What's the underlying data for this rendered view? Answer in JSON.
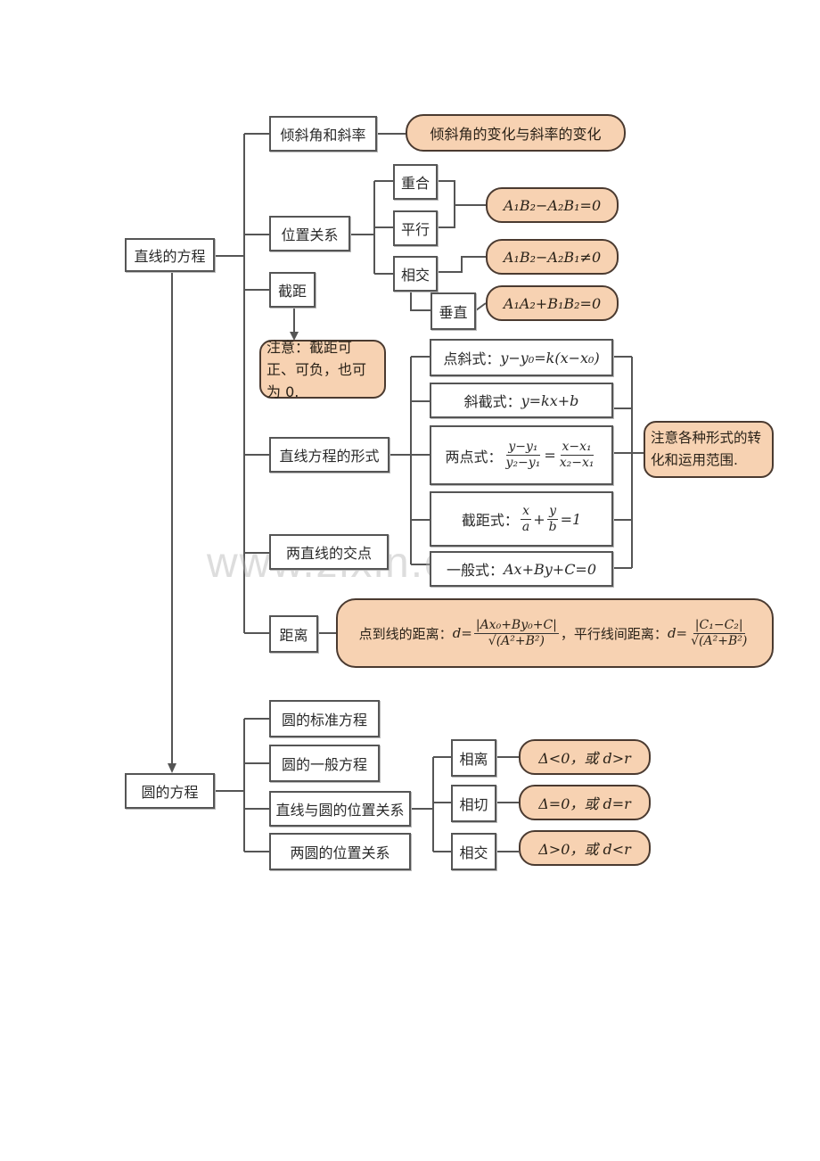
{
  "watermark": "www.zixin.com.cn",
  "colors": {
    "pill_fill": "#f7d2b2",
    "pill_border": "#4a3a30",
    "box_border": "#555555",
    "line": "#555555"
  },
  "line_equation": {
    "root": "直线的方程",
    "inclination": {
      "label": "倾斜角和斜率",
      "note": "倾斜角的变化与斜率的变化"
    },
    "position": {
      "label": "位置关系",
      "coincide": "重合",
      "parallel": "平行",
      "intersect": "相交",
      "perpendicular": "垂直",
      "cond_parallel": "A₁B₂−A₂B₁=0",
      "cond_intersect": "A₁B₂−A₂B₁≠0",
      "cond_perpendicular": "A₁A₂+B₁B₂=0"
    },
    "intercept": {
      "label": "截距",
      "note": "注意：截距可正、可负，也可为 0."
    },
    "forms": {
      "label": "直线方程的形式",
      "point_slope": {
        "name": "点斜式：",
        "formula": "y−y₀=k(x−x₀)"
      },
      "slope_intercept": {
        "name": "斜截式：",
        "formula": "y=kx+b"
      },
      "two_point": {
        "name": "两点式：",
        "lhs_num": "y−y₁",
        "lhs_den": "y₂−y₁",
        "eq": "=",
        "rhs_num": "x−x₁",
        "rhs_den": "x₂−x₁"
      },
      "intercept_form": {
        "name": "截距式：",
        "n1": "x",
        "d1": "a",
        "plus": "+",
        "n2": "y",
        "d2": "b",
        "rest": "=1"
      },
      "general": {
        "name": "一般式：",
        "formula": "Ax+By+C=0"
      },
      "note": "注意各种形式的转化和运用范围."
    },
    "intersection": {
      "label": "两直线的交点"
    },
    "distance": {
      "label": "距离",
      "point_line_label": "点到线的距离：",
      "d_eq": "d=",
      "point_line_num": "|Ax₀+By₀+C|",
      "point_line_den": "√(A²+B²)",
      "sep": "，",
      "parallel_label": "平行线间距离：",
      "parallel_num": "|C₁−C₂|",
      "parallel_den": "√(A²+B²)"
    }
  },
  "circle_equation": {
    "root": "圆的方程",
    "standard": "圆的标准方程",
    "general": "圆的一般方程",
    "line_circle": "直线与圆的位置关系",
    "circle_circle": "两圆的位置关系",
    "separate": {
      "label": "相离",
      "cond": "Δ<0，或 d>r"
    },
    "tangent": {
      "label": "相切",
      "cond": "Δ=0，或 d=r"
    },
    "intersect": {
      "label": "相交",
      "cond": "Δ>0，或 d<r"
    }
  }
}
